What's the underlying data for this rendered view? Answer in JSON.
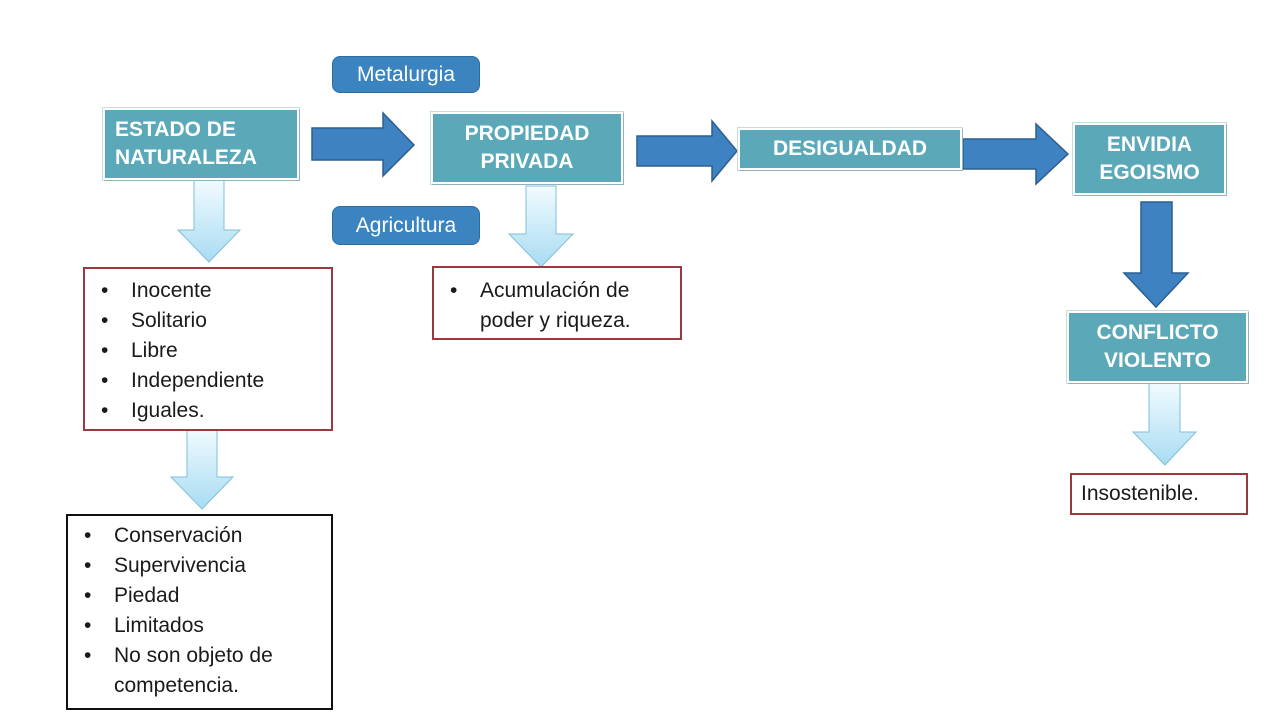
{
  "nodes": {
    "estado": "ESTADO DE NATURALEZA",
    "propiedad": "PROPIEDAD PRIVADA",
    "desigualdad": "DESIGUALDAD",
    "envidia": "ENVIDIA EGOISMO",
    "conflicto": "CONFLICTO VIOLENTO"
  },
  "labels": {
    "metalurgia": "Metalurgia",
    "agricultura": "Agricultura"
  },
  "estado_traits": [
    "Inocente",
    "Solitario",
    "Libre",
    "Independiente",
    "Iguales."
  ],
  "estado_needs": [
    "Conservación",
    "Supervivencia",
    "Piedad",
    "Limitados",
    "No son objeto de competencia."
  ],
  "propiedad_effect": "Acumulación de poder y riqueza.",
  "conflicto_result": "Insostenible.",
  "colors": {
    "node_fill": "#5aa8b8",
    "label_fill": "#3b84c0",
    "arrow_blue": "#3f82c2",
    "arrow_light": "#bfe6f6",
    "box_border_red": "#9b3a3e"
  }
}
